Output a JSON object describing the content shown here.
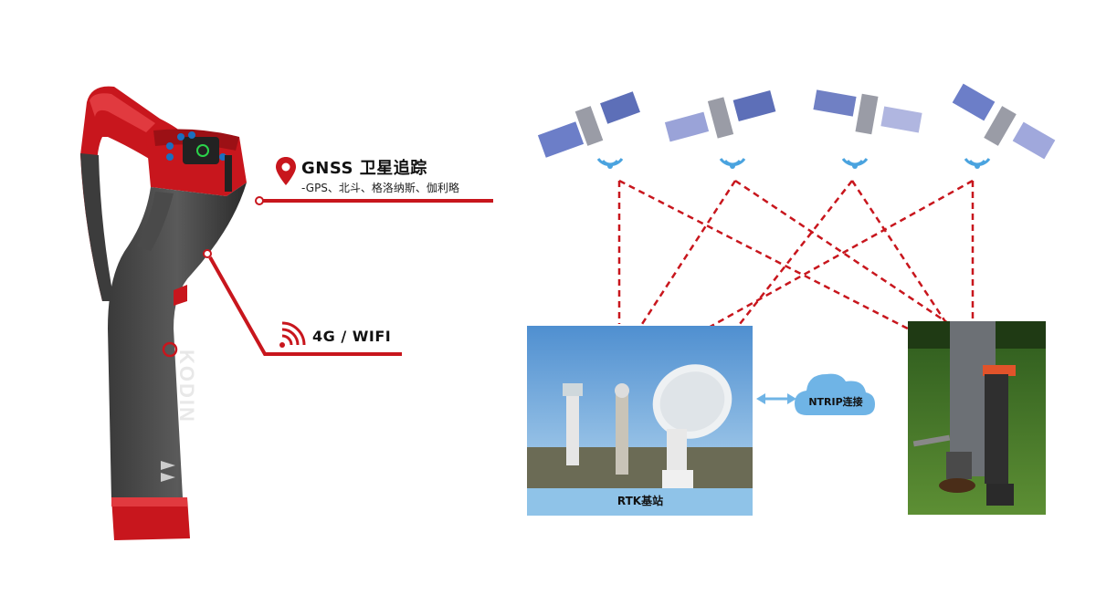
{
  "gnss": {
    "title": "GNSS 卫星追踪",
    "subtitle": "-GPS、北斗、格洛纳斯、伽利略"
  },
  "connectivity": {
    "label": "4G / WIFI"
  },
  "base_station": {
    "label": "RTK基站"
  },
  "ntrip": {
    "label": "NTRIP连接"
  },
  "device": {
    "brand": "KODIN"
  },
  "colors": {
    "accent_red": "#c8161d",
    "dash_red": "#c8161d",
    "sky_blue": "#8fc3e8",
    "cloud_blue": "#6fb4e6",
    "signal_blue": "#4aa3df"
  }
}
